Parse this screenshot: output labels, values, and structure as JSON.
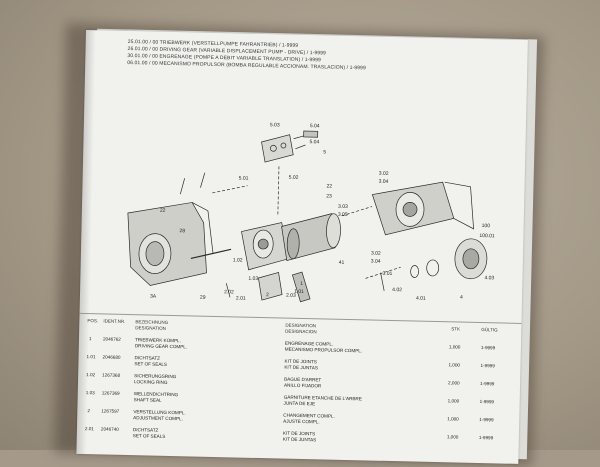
{
  "header": {
    "lines": [
      "25.01.00 / 00 TRIEBWERK (VERSTELLPUMPE FAHRANTRIEB) / 1-9999",
      "26.01.00 / 00 DRIVING GEAR (VARIABLE DISPLACEMENT PUMP - DRIVE) / 1-9999",
      "30.01.00 / 00 ENGRENAGE (POMPE A DEBIT VARIABLE TRANSLATION) / 1-9999",
      "06.01.00 / 00 MECANISMO PROPULSOR (BOMBA REGULABLE ACCIONAM. TRASLACION) / 1-9999"
    ]
  },
  "diagram": {
    "callouts": [
      "5.03",
      "5.04",
      "5",
      "5.02",
      "5.01",
      "5.04",
      "41",
      "1.02",
      "1.03",
      "1",
      "1.01",
      "22",
      "28",
      "22",
      "23",
      "3.02",
      "3.04",
      "3.03",
      "3.05",
      "100",
      "100.01",
      "3.02",
      "3.04",
      "3.01",
      "2.02",
      "2",
      "2.01",
      "2.03",
      "29",
      "3A",
      "4.02",
      "4.01",
      "4",
      "4.03"
    ]
  },
  "columns": {
    "pos": "POS.",
    "ident": "IDENT.NR.",
    "bezeichnung": "BEZEICHNUNG",
    "designation_de": "DESIGNATION",
    "designation": "DESIGNATION",
    "designacion": "DESIGNACION",
    "stk": "STK",
    "gultig": "GÜLTIG"
  },
  "rows": [
    {
      "pos": "1",
      "ident": "2046762",
      "de": "TRIEBWERK KOMPL.",
      "en": "DRIVING GEAR COMPL.",
      "fr": "ENGRENAGE COMPL.",
      "es": "MECANISMO PROPULSOR COMPL.",
      "qty": "1,000",
      "valid": "1-9999"
    },
    {
      "pos": "1.01",
      "ident": "2046680",
      "de": "DICHTSATZ",
      "en": "SET OF SEALS",
      "fr": "KIT DE JOINTS",
      "es": "KIT DE JUNTAS",
      "qty": "1,000",
      "valid": "1-9999"
    },
    {
      "pos": "1.02",
      "ident": "1267368",
      "de": "SICHERUNGSRING",
      "en": "LOCKING RING",
      "fr": "BAGUE D'ARRET",
      "es": "ANILLO FIJADOR",
      "qty": "2,000",
      "valid": "1-9999"
    },
    {
      "pos": "1.03",
      "ident": "1267369",
      "de": "WELLENDICHTRING",
      "en": "SHAFT SEAL",
      "fr": "GARNITURE ETANCHE DE L'ARBRE",
      "es": "JUNTA DE EJE",
      "qty": "1,000",
      "valid": "1-9999"
    },
    {
      "pos": "2",
      "ident": "1267597",
      "de": "VERSTELLUNG KOMPL.",
      "en": "ADJUSTMENT COMPL.",
      "fr": "CHANGEMENT COMPL.",
      "es": "AJUSTE COMPL.",
      "qty": "1,000",
      "valid": "1-9999"
    },
    {
      "pos": "2.01",
      "ident": "2046740",
      "de": "DICHTSATZ",
      "en": "SET OF SEALS",
      "fr": "KIT DE JOINTS",
      "es": "KIT DE JUNTAS",
      "qty": "1,000",
      "valid": "1-9999"
    }
  ]
}
